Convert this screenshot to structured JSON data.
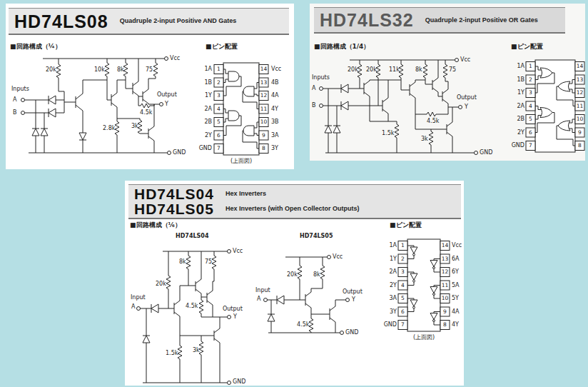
{
  "diagram": {
    "nodes": [
      {
        "text": [
          "HD74LS08",
          "Quadruple 2-input Positive AND Gates"
        ]
      },
      {
        "text": [
          "HD74LS32",
          "Quadruple 2-input Positive OR Gates"
        ]
      },
      {
        "text": [
          "HD74LS04",
          "Hex Inverters",
          "HD74LS05",
          "Hex Inverters (with Open Collector Outputs)"
        ]
      }
    ],
    "labels": [
      "■回路構成（¼）",
      "■ピン配置",
      "Vcc",
      "20k",
      "10k",
      "8k",
      "75",
      "Inputs",
      "A",
      "B",
      "Output",
      "Y",
      "4.5k",
      "2.8k",
      "3k",
      "GND",
      "1A",
      "1",
      "14",
      "Vcc",
      "1B",
      "2",
      "13",
      "4B",
      "1Y",
      "3",
      "12",
      "4A",
      "2A",
      "4",
      "11",
      "4Y",
      "2B",
      "5",
      "10",
      "3B",
      "2Y",
      "6",
      "9",
      "3A",
      "GND",
      "7",
      "8",
      "3Y",
      "(上面図)",
      "■回路構成（1/4）",
      "■ピン配置",
      "Vcc",
      "20k",
      "20k",
      "11k",
      "8k",
      "75",
      "Inputs",
      "A",
      "B",
      "Output",
      "Y",
      "4.5k",
      "1.5k",
      "3k",
      "GND",
      "1A",
      "1",
      "14",
      "1B",
      "2",
      "13",
      "1Y",
      "3",
      "12",
      "2A",
      "4",
      "11",
      "2B",
      "5",
      "10",
      "2Y",
      "6",
      "9",
      "GND",
      "7",
      "8",
      "■回路構成（⅙）",
      "HD74LS04",
      "HD74LS05",
      "■ピン配置",
      "Vcc",
      "8k",
      "75",
      "20k",
      "Input",
      "A",
      "4.5k",
      "Output",
      "Y",
      "1.5k",
      "3k",
      "GND",
      "Vcc",
      "20k",
      "8k",
      "Input",
      "A",
      "Output",
      "Y",
      "4.5k",
      "GND",
      "1A",
      "1",
      "14",
      "Vcc",
      "1Y",
      "2",
      "13",
      "6A",
      "2A",
      "3",
      "12",
      "6Y",
      "2Y",
      "4",
      "11",
      "5A",
      "3A",
      "5",
      "10",
      "5Y",
      "3Y",
      "6",
      "9",
      "4A",
      "GND",
      "7",
      "8",
      "4Y",
      "(上面図)"
    ]
  }
}
